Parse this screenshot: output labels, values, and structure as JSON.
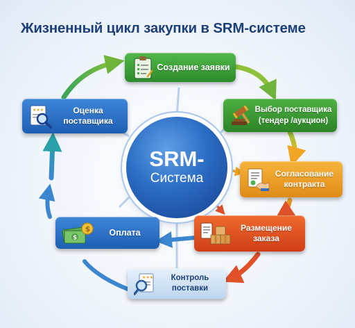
{
  "title": "Жизненный цикл закупки в SRM-системе",
  "hub": {
    "line1": "SRM-",
    "line2": "Система"
  },
  "stages": [
    {
      "label": "Создание заявки",
      "icon": "clipboard-checklist-icon"
    },
    {
      "label_line1": "Выбор поставщика",
      "label_line2": "(тендер /аукцион)",
      "icon": "gavel-icon"
    },
    {
      "label_line1": "Согласование",
      "label_line2": "контракта",
      "icon": "contract-handshake-icon"
    },
    {
      "label_line1": "Размещение",
      "label_line2": "заказа",
      "icon": "order-boxes-icon"
    },
    {
      "label_line1": "Контроль",
      "label_line2": "поставки",
      "icon": "inspection-magnifier-icon"
    },
    {
      "label": "Оплата",
      "icon": "money-coins-icon"
    },
    {
      "label_line1": "Оценка",
      "label_line2": "поставщика",
      "icon": "rating-magnifier-icon"
    }
  ],
  "colors": {
    "title": "#1d3f7a",
    "hub": "#2b6cc4",
    "create_request": "#3e9f38",
    "select_supplier": "#3a9834",
    "contract": "#f0a02a",
    "order": "#e05423",
    "delivery_control": "#d4e5f6",
    "payment": "#2e72c6",
    "supplier_rating": "#2e72c6"
  }
}
